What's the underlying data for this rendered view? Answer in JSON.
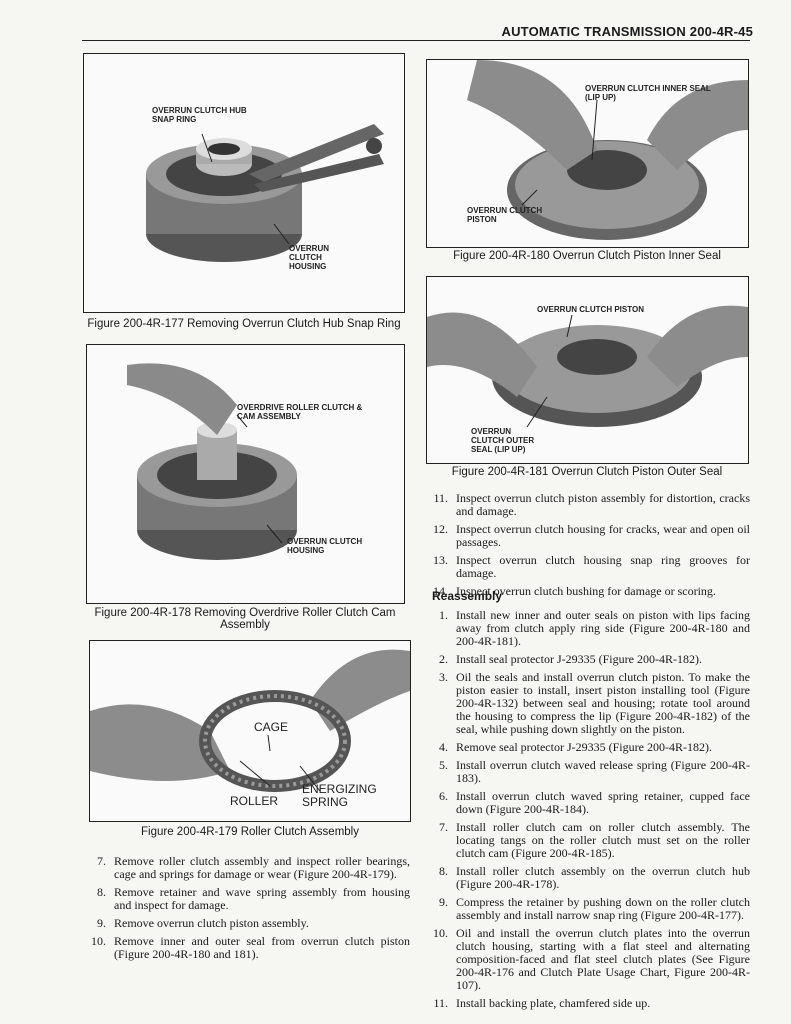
{
  "header": {
    "title": "AUTOMATIC TRANSMISSION 200-4R-45"
  },
  "figures": {
    "f177": {
      "caption": "Figure 200-4R-177 Removing Overrun Clutch Hub Snap Ring",
      "label1": "OVERRUN CLUTCH HUB SNAP RING",
      "label2": "OVERRUN CLUTCH HOUSING"
    },
    "f178": {
      "caption": "Figure 200-4R-178 Removing Overdrive Roller Clutch Cam Assembly",
      "label1": "OVERDRIVE ROLLER CLUTCH & CAM ASSEMBLY",
      "label2": "OVERRUN CLUTCH HOUSING"
    },
    "f179": {
      "caption": "Figure 200-4R-179 Roller Clutch Assembly",
      "label_cage": "CAGE",
      "label_energizing": "ENERGIZING SPRING",
      "label_roller": "ROLLER"
    },
    "f180": {
      "caption": "Figure 200-4R-180 Overrun Clutch Piston Inner Seal",
      "label1": "OVERRUN CLUTCH INNER SEAL (LIP UP)",
      "label2": "OVERRUN CLUTCH PISTON"
    },
    "f181": {
      "caption": "Figure 200-4R-181 Overrun Clutch Piston Outer Seal",
      "label1": "OVERRUN CLUTCH PISTON",
      "label2": "OVERRUN CLUTCH OUTER SEAL (LIP UP)"
    }
  },
  "left_steps": [
    {
      "num": "7.",
      "text": "Remove roller clutch assembly and inspect roller bearings, cage and springs for damage or wear (Figure 200-4R-179)."
    },
    {
      "num": "8.",
      "text": "Remove retainer and wave spring assembly from housing and inspect for damage."
    },
    {
      "num": "9.",
      "text": "Remove overrun clutch piston assembly."
    },
    {
      "num": "10.",
      "text": "Remove inner and outer seal from overrun clutch piston (Figure 200-4R-180 and 181)."
    }
  ],
  "right_steps": [
    {
      "num": "11.",
      "text": "Inspect overrun clutch piston assembly for distortion, cracks and damage."
    },
    {
      "num": "12.",
      "text": "Inspect overrun clutch housing for cracks, wear and open oil passages."
    },
    {
      "num": "13.",
      "text": "Inspect overrun clutch housing snap ring grooves for damage."
    },
    {
      "num": "14.",
      "text": "Inspect overrun clutch bushing for damage or scoring."
    }
  ],
  "reassembly": {
    "title": "Reassembly",
    "steps": [
      {
        "num": "1.",
        "text": "Install new inner and outer seals on piston with lips facing away from clutch apply ring side (Figure 200-4R-180 and 200-4R-181)."
      },
      {
        "num": "2.",
        "text": "Install seal protector J-29335 (Figure 200-4R-182)."
      },
      {
        "num": "3.",
        "text": "Oil the seals and install overrun clutch piston. To make the piston easier to install, insert piston installing tool (Figure 200-4R-132) between seal and housing; rotate tool around the housing to compress the lip (Figure 200-4R-182) of the seal, while pushing down slightly on the piston."
      },
      {
        "num": "4.",
        "text": "Remove seal protector J-29335 (Figure 200-4R-182)."
      },
      {
        "num": "5.",
        "text": "Install overrun clutch waved release spring (Figure 200-4R-183)."
      },
      {
        "num": "6.",
        "text": "Install overrun clutch waved spring retainer, cupped face down (Figure 200-4R-184)."
      },
      {
        "num": "7.",
        "text": "Install roller clutch cam on roller clutch assembly. The locating tangs on the roller clutch must set on the roller clutch cam (Figure 200-4R-185)."
      },
      {
        "num": "8.",
        "text": "Install roller clutch assembly on the overrun clutch hub (Figure 200-4R-178)."
      },
      {
        "num": "9.",
        "text": "Compress the retainer by pushing down on the roller clutch assembly and install narrow snap ring (Figure 200-4R-177)."
      },
      {
        "num": "10.",
        "text": "Oil and install the overrun clutch plates into the overrun clutch housing, starting with a flat steel and alternating composition-faced and flat steel clutch plates (See Figure 200-4R-176 and Clutch Plate Usage Chart, Figure 200-4R-107)."
      },
      {
        "num": "11.",
        "text": "Install backing plate, chamfered side up."
      }
    ]
  }
}
